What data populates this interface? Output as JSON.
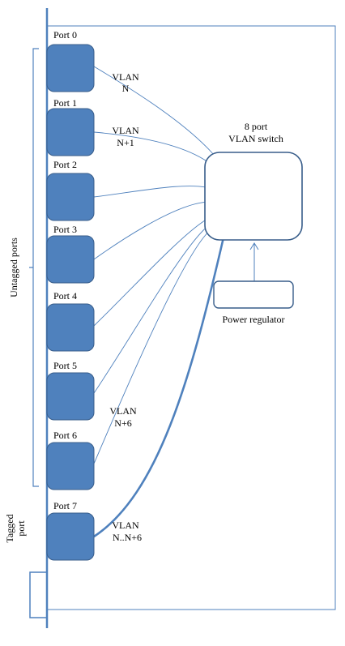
{
  "ports": [
    {
      "label": "Port 0"
    },
    {
      "label": "Port 1"
    },
    {
      "label": "Port 2"
    },
    {
      "label": "Port 3"
    },
    {
      "label": "Port 4"
    },
    {
      "label": "Port 5"
    },
    {
      "label": "Port 6"
    },
    {
      "label": "Port 7"
    }
  ],
  "switch": {
    "line1": "8 port",
    "line2": "VLAN switch"
  },
  "power_regulator": {
    "label": "Power regulator"
  },
  "groups": {
    "untagged": "Untagged ports",
    "tagged_line1": "Tagged",
    "tagged_line2": "port"
  },
  "vlan_labels": {
    "port0": {
      "line1": "VLAN",
      "line2": "N"
    },
    "port1": {
      "line1": "VLAN",
      "line2": "N+1"
    },
    "port6": {
      "line1": "VLAN",
      "line2": "N+6"
    },
    "port7": {
      "line1": "VLAN",
      "line2": "N..N+6"
    }
  },
  "colors": {
    "port_fill": "#4f81bd",
    "port_stroke": "#385d8a",
    "line": "#4f81bd",
    "outline": "#385d8a"
  }
}
